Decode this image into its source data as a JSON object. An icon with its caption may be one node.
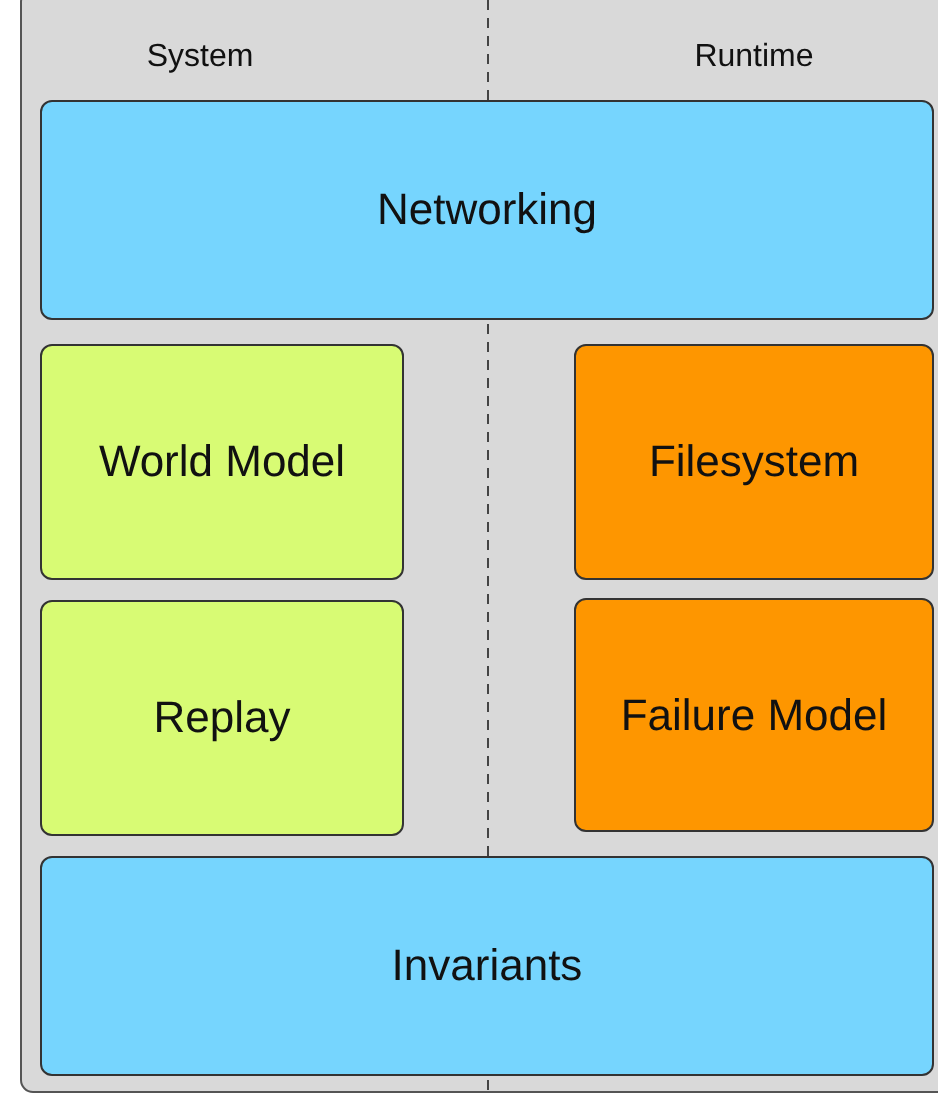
{
  "diagram": {
    "nodes": [
      {
        "text": [
          "Networking"
        ]
      },
      {
        "text": [
          "World Model"
        ]
      },
      {
        "text": [
          "Filesystem"
        ]
      },
      {
        "text": [
          "Replay"
        ]
      },
      {
        "text": [
          "Failure Model"
        ]
      },
      {
        "text": [
          "Invariants"
        ]
      }
    ],
    "labels": [
      "System",
      "Runtime"
    ]
  }
}
